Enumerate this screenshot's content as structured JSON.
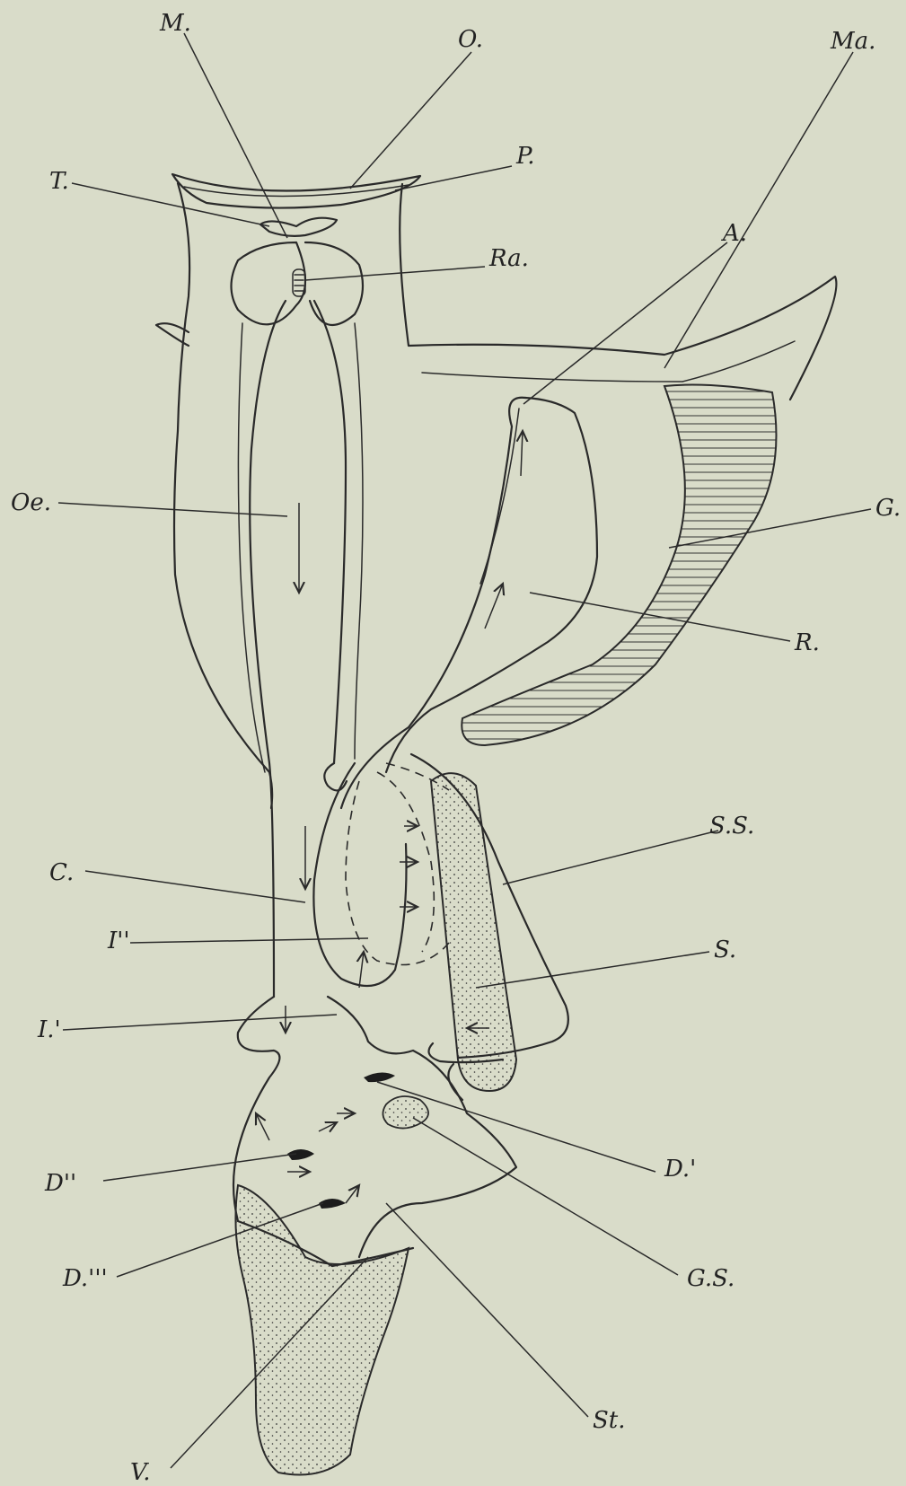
{
  "labels": {
    "M": "M.",
    "O": "O.",
    "P": "P.",
    "T": "T.",
    "Ma": "Ma.",
    "Ra": "Ra.",
    "A": "A.",
    "Oe": "Oe.",
    "G": "G.",
    "R": "R.",
    "SS": "S.S.",
    "C": "C.",
    "I2": "I''",
    "S": "S.",
    "I1": "I.'",
    "D1": "D.'",
    "D2": "D''",
    "D3": "D.'''",
    "GS": "G.S.",
    "V": "V.",
    "St": "St."
  }
}
